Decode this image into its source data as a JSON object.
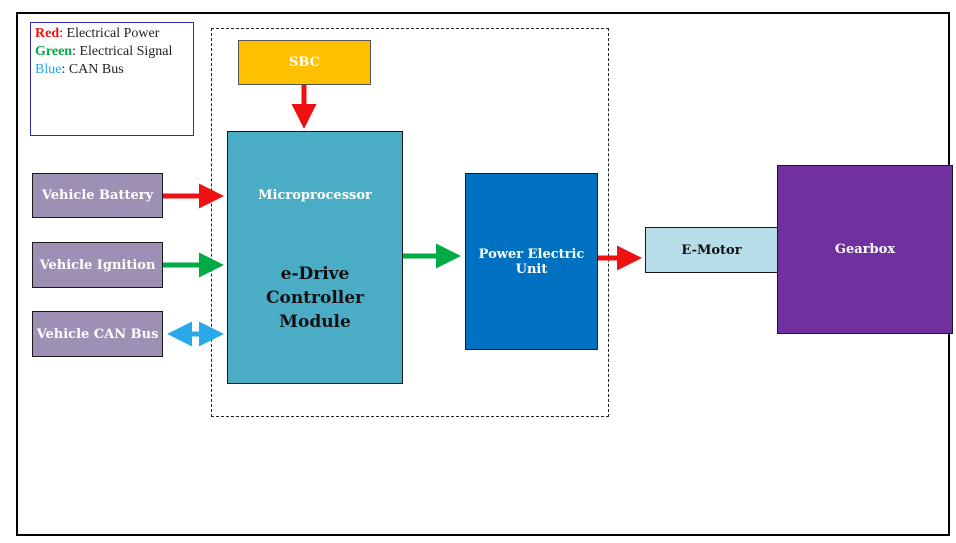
{
  "legend": {
    "red_key": "Red",
    "red_text": ": Electrical Power",
    "green_key": "Green",
    "green_text": ": Electrical Signal",
    "blue_key": "Blue",
    "blue_text": ": CAN Bus"
  },
  "colors": {
    "red": "#ee1111",
    "green": "#00aa44",
    "blue": "#2aa8e8",
    "input_box": "#9e90b4",
    "ecu": "#4bacc6",
    "peu": "#0070c0",
    "sbc": "#ffc000",
    "emotor": "#b7dee8",
    "gearbox": "#7030a0"
  },
  "blocks": {
    "sbc": "SBC",
    "vehicle_battery": "Vehicle Battery",
    "vehicle_ignition": "Vehicle Ignition",
    "vehicle_can_bus": "Vehicle CAN Bus",
    "microprocessor": "Microprocessor",
    "ecu_line1": "e-Drive",
    "ecu_line2": "Controller",
    "ecu_line3": "Module",
    "peu_line1": "Power Electric",
    "peu_line2": "Unit",
    "emotor": "E-Motor",
    "gearbox": "Gearbox"
  }
}
